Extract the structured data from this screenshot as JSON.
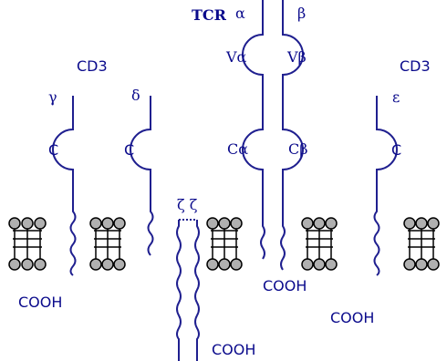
{
  "colors": {
    "chain": "#1f1f8f",
    "text": "#0b0b8c",
    "lipid_head": "#b0b0b0",
    "lipid_line": "#000000"
  },
  "labels": {
    "tcr": "TCR",
    "alpha": "α",
    "beta": "β",
    "cd3_left": "CD3",
    "cd3_right": "CD3",
    "gamma": "γ",
    "delta": "δ",
    "epsilon": "ε",
    "zeta": "ζ ζ",
    "domain_c": "C",
    "v_alpha": "Vα",
    "v_beta": "Vβ",
    "c_alpha": "Cα",
    "c_beta": "Cβ",
    "cooh": "COOH"
  }
}
